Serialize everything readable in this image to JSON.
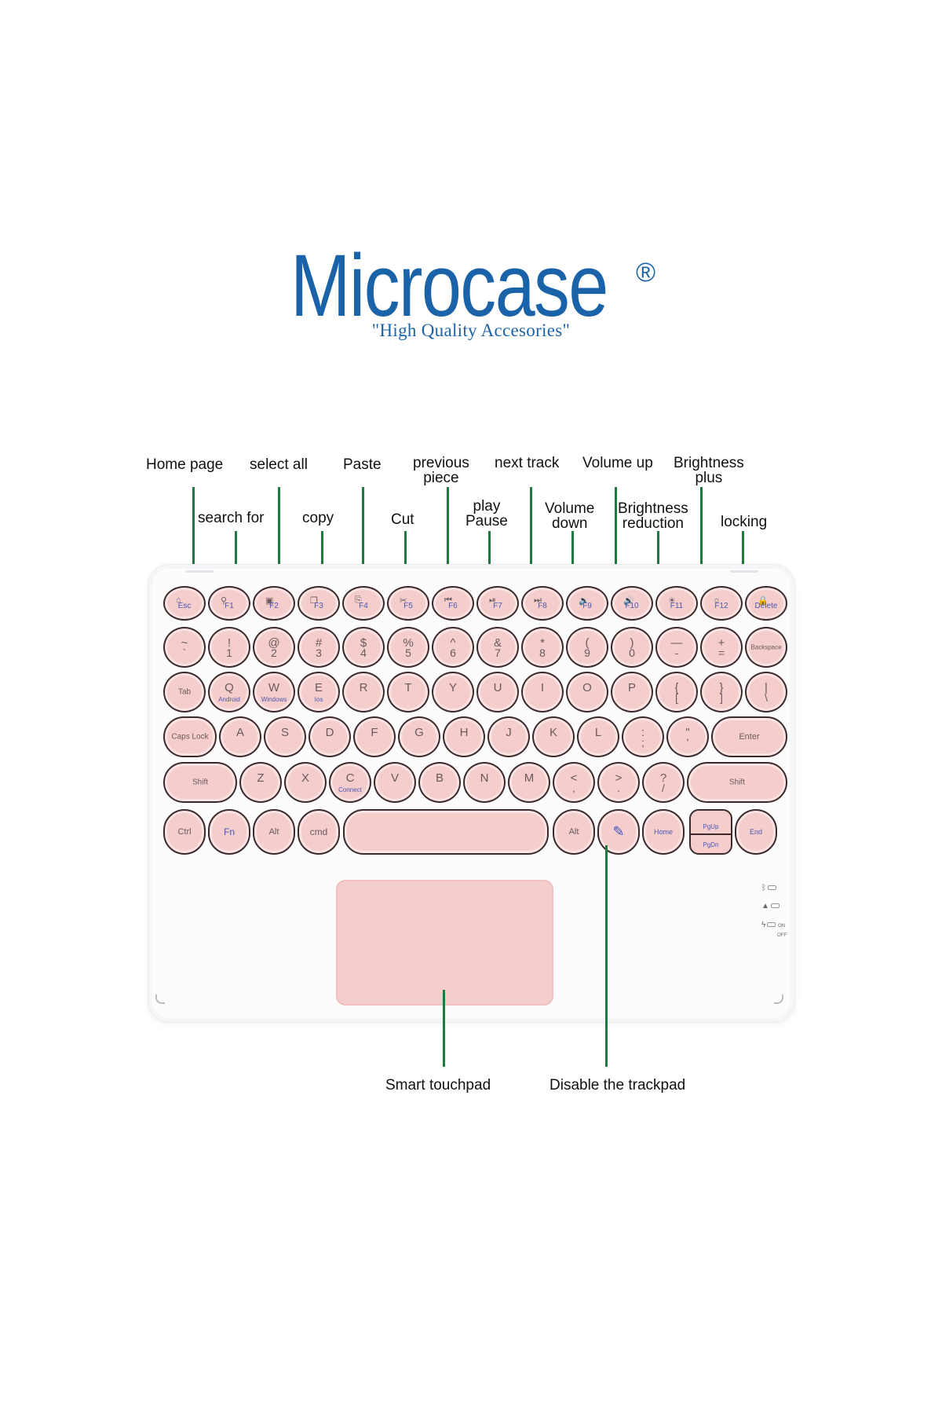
{
  "brand": {
    "name": "Microcase",
    "registered": "®",
    "tagline": "\"High Quality Accesories\"",
    "color": "#1b63a8"
  },
  "labels": {
    "home_page": "Home page",
    "select_all": "select all",
    "paste": "Paste",
    "previous_piece_1": "previous",
    "previous_piece_2": "piece",
    "next_track": "next track",
    "volume_up": "Volume up",
    "brightness_plus_1": "Brightness",
    "brightness_plus_2": "plus",
    "search_for": "search for",
    "copy": "copy",
    "cut": "Cut",
    "play_pause_1": "play",
    "play_pause_2": "Pause",
    "volume_down_1": "Volume",
    "volume_down_2": "down",
    "brightness_reduction_1": "Brightness",
    "brightness_reduction_2": "reduction",
    "locking": "locking",
    "smart_touchpad": "Smart touchpad",
    "disable_trackpad": "Disable the trackpad"
  },
  "keys": {
    "row1": [
      "Esc",
      "F1",
      "F2",
      "F3",
      "F4",
      "F5",
      "F6",
      "F7",
      "F8",
      "F9",
      "F10",
      "F11",
      "F12",
      "Delete"
    ],
    "row2_top": [
      "~",
      "!",
      "@",
      "#",
      "$",
      "%",
      "^",
      "&",
      "*",
      "(",
      ")",
      "—",
      "+"
    ],
    "row2_bottom": [
      "`",
      "1",
      "2",
      "3",
      "4",
      "5",
      "6",
      "7",
      "8",
      "9",
      "0",
      "-",
      "="
    ],
    "backspace": "Backspace",
    "tab": "Tab",
    "row3": [
      "Q",
      "W",
      "E",
      "R",
      "T",
      "Y",
      "U",
      "I",
      "O",
      "P"
    ],
    "row3_sub": [
      "Android",
      "Windows",
      "Ios"
    ],
    "row3_brackets_top": [
      "{",
      "}",
      "|"
    ],
    "row3_brackets_bottom": [
      "[",
      "]",
      "\\"
    ],
    "caps": "Caps Lock",
    "row4": [
      "A",
      "S",
      "D",
      "F",
      "G",
      "H",
      "J",
      "K",
      "L"
    ],
    "row4_punct_top": [
      ":",
      "\""
    ],
    "row4_punct_bottom": [
      ";",
      "'"
    ],
    "enter": "Enter",
    "shift": "Shift",
    "row5": [
      "Z",
      "X",
      "C",
      "V",
      "B",
      "N",
      "M"
    ],
    "row5_sub_c": "Connect",
    "row5_punct_top": [
      "<",
      ">",
      "?"
    ],
    "row5_punct_bottom": [
      ",",
      ".",
      "/"
    ],
    "ctrl": "Ctrl",
    "fn": "Fn",
    "alt": "Alt",
    "cmd": "cmd",
    "home": "Home",
    "pgup": "PgUp",
    "pgdn": "PgDn",
    "end": "End",
    "on": "ON",
    "off": "OFF"
  },
  "colors": {
    "key_fill": "#f5cdcd",
    "pointer": "#1e7a3e",
    "fn_text": "#4a58b0"
  }
}
